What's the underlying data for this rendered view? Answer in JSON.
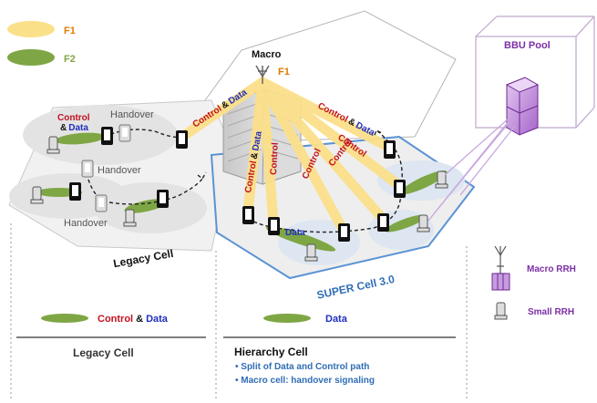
{
  "legend_top": {
    "f1": {
      "label": "F1",
      "color": "#fbe08a"
    },
    "f2": {
      "label": "F2",
      "color": "#7fa645"
    }
  },
  "macro": {
    "title": "Macro",
    "freq": "F1"
  },
  "beam_labels": {
    "control": "Control",
    "amp": "&",
    "data": "Data"
  },
  "legacy": {
    "handover": "Handover",
    "cell_label": "Legacy Cell",
    "ctrl_top": "Control",
    "ctrl_amp_data_amp": "&",
    "ctrl_data": "Data"
  },
  "super_cell": {
    "label": "SUPER Cell 3.0",
    "data_label": "Data"
  },
  "bbu": {
    "title": "BBU Pool"
  },
  "right_legend": {
    "macro_rrh": "Macro RRH",
    "small_rrh": "Small RRH"
  },
  "bottom": {
    "legacy_legend_control": "Control",
    "legacy_legend_amp": "&",
    "legacy_legend_data": "Data",
    "hier_legend_data": "Data",
    "legacy_title": "Legacy Cell",
    "hier_title": "Hierarchy Cell",
    "bullets": [
      "Split of Data and Control path",
      "Macro cell: handover signaling"
    ]
  },
  "colors": {
    "control_red": "#c0111f",
    "data_blue": "#1f2fbd",
    "orange": "#e07b00",
    "purple": "#7b2fa6",
    "beam": "#fbe08a",
    "ellipse_green": "#7fa645",
    "super_blue": "#2f6db5"
  }
}
